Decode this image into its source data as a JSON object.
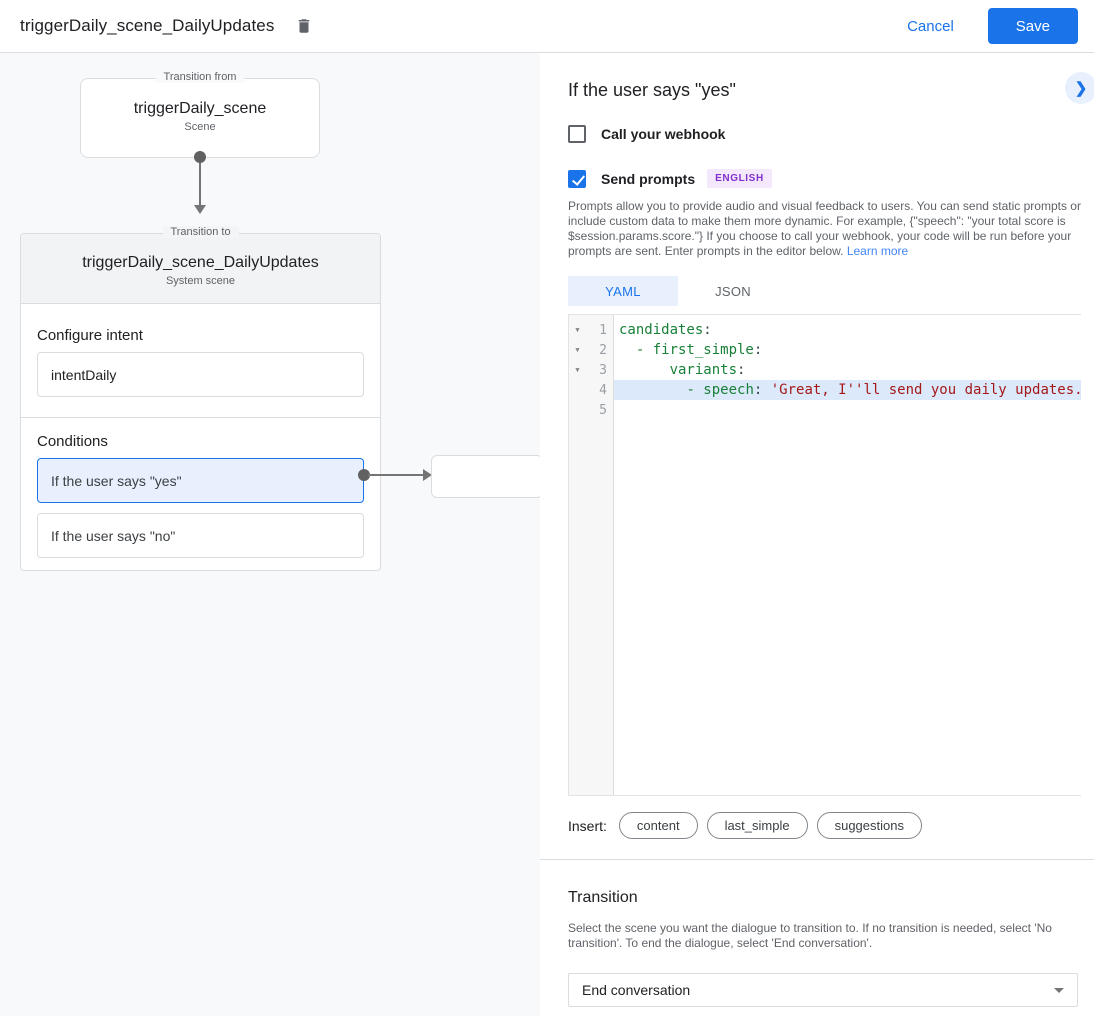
{
  "header": {
    "title": "triggerDaily_scene_DailyUpdates",
    "cancel_label": "Cancel",
    "save_label": "Save"
  },
  "diagram": {
    "from_box": {
      "legend": "Transition from",
      "title": "triggerDaily_scene",
      "subtitle": "Scene"
    },
    "to_box": {
      "legend": "Transition to",
      "title": "triggerDaily_scene_DailyUpdates",
      "subtitle": "System scene",
      "configure_intent_label": "Configure intent",
      "intent_value": "intentDaily",
      "conditions_label": "Conditions",
      "conditions": [
        {
          "label": "If the user says \"yes\"",
          "selected": true
        },
        {
          "label": "If the user says \"no\"",
          "selected": false
        }
      ]
    }
  },
  "panel": {
    "title": "If the user says \"yes\"",
    "webhook_label": "Call your webhook",
    "send_prompts_label": "Send prompts",
    "language_badge": "ENGLISH",
    "description": "Prompts allow you to provide audio and visual feedback to users. You can send static prompts or include custom data to make them more dynamic. For example, {\"speech\": \"your total score is $session.params.score.\"} If you choose to call your webhook, your code will be run before your prompts are sent. Enter prompts in the editor below. ",
    "learn_more_label": "Learn more",
    "tabs": [
      {
        "label": "YAML",
        "active": true
      },
      {
        "label": "JSON",
        "active": false
      }
    ],
    "editor": {
      "lines": [
        {
          "num": "1",
          "fold": true,
          "highlight": false,
          "tokens": [
            [
              "key",
              "candidates"
            ],
            [
              "plain",
              ":"
            ]
          ]
        },
        {
          "num": "2",
          "fold": true,
          "highlight": false,
          "tokens": [
            [
              "plain",
              "  "
            ],
            [
              "key",
              "- first_simple"
            ],
            [
              "plain",
              ":"
            ]
          ]
        },
        {
          "num": "3",
          "fold": true,
          "highlight": false,
          "tokens": [
            [
              "plain",
              "      "
            ],
            [
              "key",
              "variants"
            ],
            [
              "plain",
              ":"
            ]
          ]
        },
        {
          "num": "4",
          "fold": false,
          "highlight": true,
          "tokens": [
            [
              "plain",
              "        "
            ],
            [
              "key",
              "- speech"
            ],
            [
              "plain",
              ": "
            ],
            [
              "str",
              "'Great, I''ll send you daily updates.'"
            ]
          ]
        },
        {
          "num": "5",
          "fold": false,
          "highlight": false,
          "tokens": []
        }
      ]
    },
    "insert_label": "Insert:",
    "insert_chips": [
      "content",
      "last_simple",
      "suggestions"
    ],
    "transition": {
      "title": "Transition",
      "description": "Select the scene you want the dialogue to transition to. If no transition is needed, select 'No transition'. To end the dialogue, select 'End conversation'.",
      "select_value": "End conversation"
    }
  },
  "colors": {
    "accent_blue": "#1a73e8",
    "selected_fill": "#e8f0fe",
    "badge_purple_text": "#8430ce",
    "badge_purple_bg": "#f4e8fd",
    "code_key_green": "#188038",
    "code_string_red": "#a51919",
    "code_highlight": "#dbe9fb"
  }
}
